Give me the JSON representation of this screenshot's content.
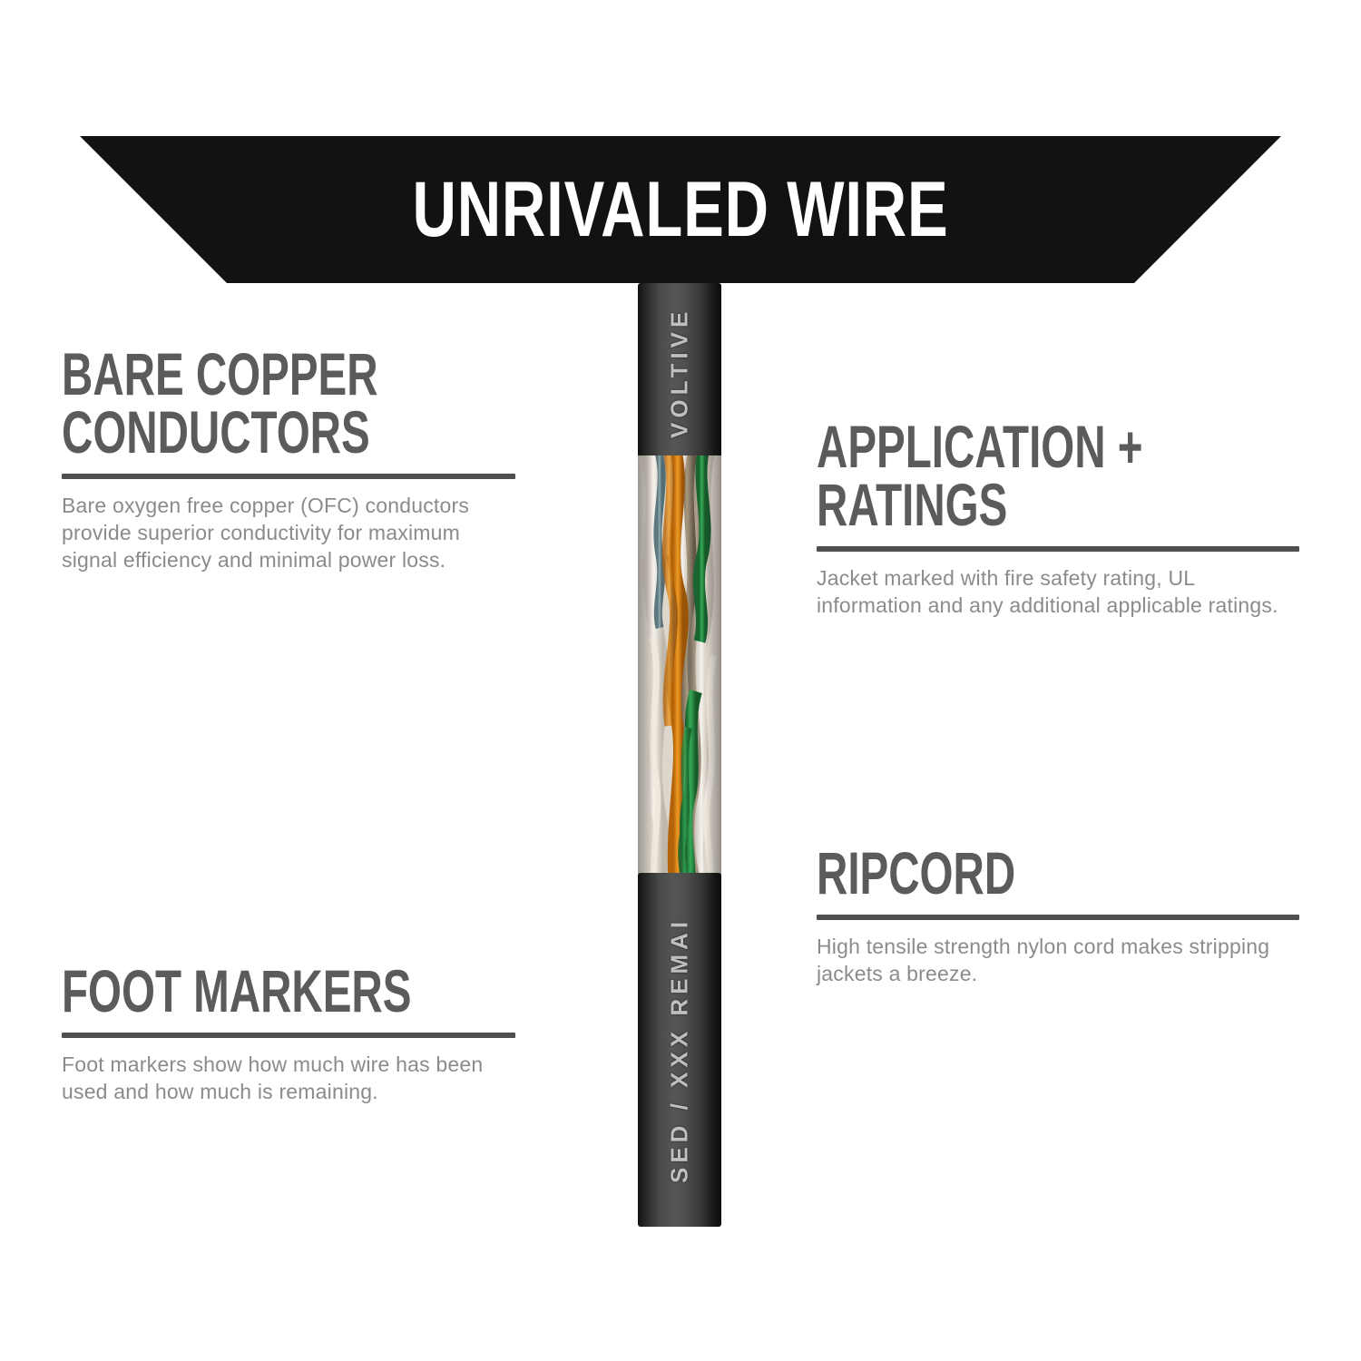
{
  "banner": {
    "title": "UNRIVALED WIRE",
    "background_color": "#121212",
    "text_color": "#ffffff"
  },
  "theme": {
    "page_background": "#ffffff",
    "heading_color": "#5b5b5b",
    "body_text_color": "#8b8b8b",
    "rule_color": "#4f4f4f"
  },
  "features": [
    {
      "id": "bare-copper-conductors",
      "heading": "BARE COPPER CONDUCTORS",
      "body": "Bare oxygen free copper (OFC) conductors provide superior conductivity for maximum signal efficiency and minimal power loss."
    },
    {
      "id": "application-ratings",
      "heading": "APPLICATION + RATINGS",
      "body": "Jacket marked with fire safety rating, UL information and any additional applicable ratings."
    },
    {
      "id": "ripcord",
      "heading": "RIPCORD",
      "body": "High tensile strength nylon cord makes stripping jackets a breeze."
    },
    {
      "id": "foot-markers",
      "heading": "FOOT MARKERS",
      "body": "Foot markers show how much wire has been used and how much is remaining."
    }
  ],
  "cable": {
    "jacket_color": "#4a4a4a",
    "jacket_print_upper": "VOLTIVE",
    "jacket_print_lower": "SED / XXX REMAI",
    "conductor_colors": [
      "#e8880f",
      "#ffffff",
      "#2f9e4f",
      "#ffffff",
      "#b0a18d",
      "#ffffff",
      "#7d7466",
      "#ffffff"
    ]
  }
}
